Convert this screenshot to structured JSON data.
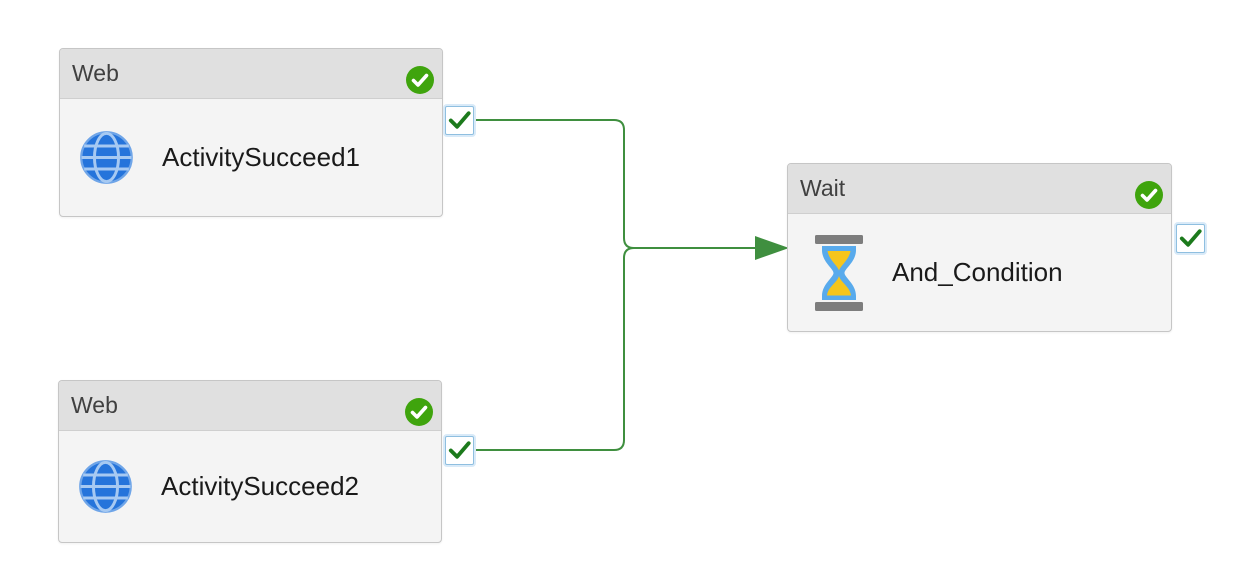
{
  "canvas": {
    "background": "#ffffff"
  },
  "colors": {
    "node_header_bg": "#e0e0e0",
    "node_body_bg": "#f4f4f4",
    "node_border": "#c6c6c6",
    "type_label_text": "#404040",
    "name_text": "#1a1a1a",
    "status_badge_green": "#3fa40d",
    "connector_green": "#3f8f3f",
    "port_check_green": "#1c7a1c",
    "port_border_blue": "#8fbfe0",
    "web_icon_blue": "#2574db",
    "web_icon_grid_blue": "#a6c9f2",
    "hourglass_glass_blue": "#58aaec",
    "hourglass_sand_yellow": "#f5c51c",
    "hourglass_bar_gray": "#7d7d7d"
  },
  "nodes": [
    {
      "type_label": "Web",
      "name": "ActivitySucceed1",
      "icon": "web-globe-icon",
      "status": "succeeded",
      "output_port": "success-checkbox"
    },
    {
      "type_label": "Web",
      "name": "ActivitySucceed2",
      "icon": "web-globe-icon",
      "status": "succeeded",
      "output_port": "success-checkbox"
    },
    {
      "type_label": "Wait",
      "name": "And_Condition",
      "icon": "wait-hourglass-icon",
      "status": "succeeded",
      "output_port": "success-checkbox"
    }
  ],
  "connections": [
    {
      "from": "ActivitySucceed1",
      "to": "And_Condition",
      "type": "success"
    },
    {
      "from": "ActivitySucceed2",
      "to": "And_Condition",
      "type": "success"
    }
  ]
}
